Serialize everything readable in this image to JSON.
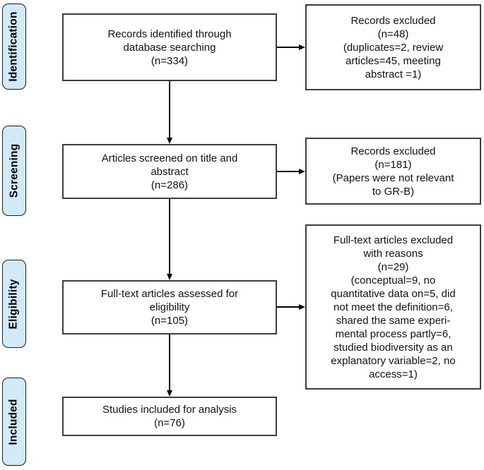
{
  "diagram": {
    "title": "Literature screening flow diagram (PRISMA style)",
    "colors": {
      "stage_fill": "#d2eaf8",
      "stage_border": "#1a1a1a",
      "box_border": "#3d3d3d",
      "arrow": "#000000",
      "background": "#ffffff"
    },
    "stages": [
      {
        "label": "Identification"
      },
      {
        "label": "Screening"
      },
      {
        "label": "Eligibility"
      },
      {
        "label": "Included"
      }
    ],
    "main_boxes": [
      {
        "text": "Records identified through\ndatabase searching\n(n=334)"
      },
      {
        "text": "Articles screened on title and\nabstract\n(n=286)"
      },
      {
        "text": "Full-text articles assessed for\neligibility\n(n=105)"
      },
      {
        "text": "Studies included for analysis\n(n=76)"
      }
    ],
    "excluded_boxes": [
      {
        "text": "Records excluded\n(n=48)\n(duplicates=2, review\narticles=45, meeting\nabstract =1)"
      },
      {
        "text": "Records excluded\n(n=181)\n(Papers were not relevant\nto GR-B)"
      },
      {
        "text": "Full-text articles excluded\nwith reasons\n(n=29)\n(conceptual=9, no\nquantitative data on=5, did\nnot meet the definition=6,\nshared the same experi-\nmental process partly=6,\nstudied biodiversity as an\nexplanatory variable=2, no\naccess=1)"
      }
    ]
  }
}
